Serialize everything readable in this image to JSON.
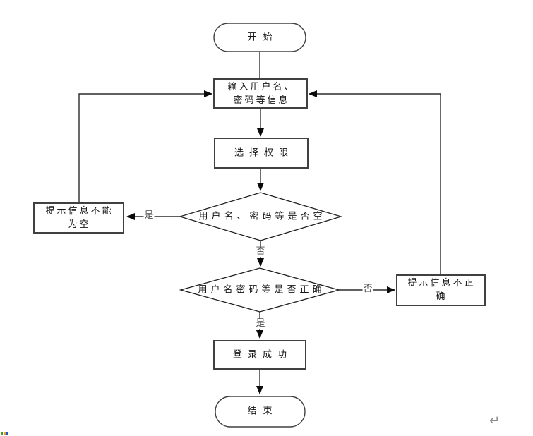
{
  "flowchart": {
    "nodes": {
      "start": {
        "label": "开始",
        "shape": "terminator"
      },
      "input_info": {
        "line1": "输入用户名、",
        "line2": "密码等信息",
        "shape": "process"
      },
      "select_permission": {
        "label": "选择权限",
        "shape": "process"
      },
      "check_empty": {
        "label": "用户名、密码等是否空",
        "shape": "decision"
      },
      "prompt_empty": {
        "line1": "提示信息不能",
        "line2": "为空",
        "shape": "process"
      },
      "check_correct": {
        "label": "用户名密码等是否正确",
        "shape": "decision"
      },
      "prompt_incorrect": {
        "line1": "提示信息不正",
        "line2": "确",
        "shape": "process"
      },
      "login_success": {
        "label": "登录成功",
        "shape": "process"
      },
      "end": {
        "label": "结束",
        "shape": "terminator"
      }
    },
    "edge_labels": {
      "empty_yes": "是",
      "empty_no": "否",
      "correct_no": "否",
      "correct_yes": "是"
    },
    "colors": {
      "connector_line": "#6e6e6e",
      "branch_line": "#2b2b2b",
      "shape_border": "#404040",
      "arrowhead": "#0a0a0a",
      "node_text": "#141414",
      "edge_label_text": "#4a4a4a",
      "background": "#ffffff"
    }
  },
  "document_marks": {
    "line_break_mark": "↵"
  }
}
